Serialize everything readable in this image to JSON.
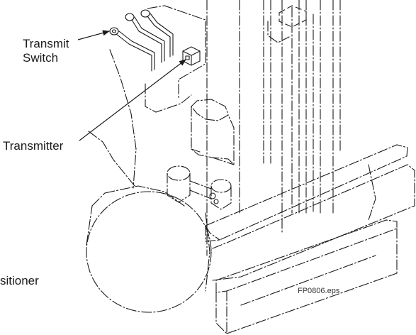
{
  "labels": {
    "transmit_switch_line1": "Transmit",
    "transmit_switch_line2": "Switch",
    "transmitter": "Transmitter",
    "positioner_partial": "sitioner",
    "file_name": "FP0806.eps"
  },
  "colors": {
    "ink": "#1a1a1a",
    "background": "#ffffff"
  }
}
